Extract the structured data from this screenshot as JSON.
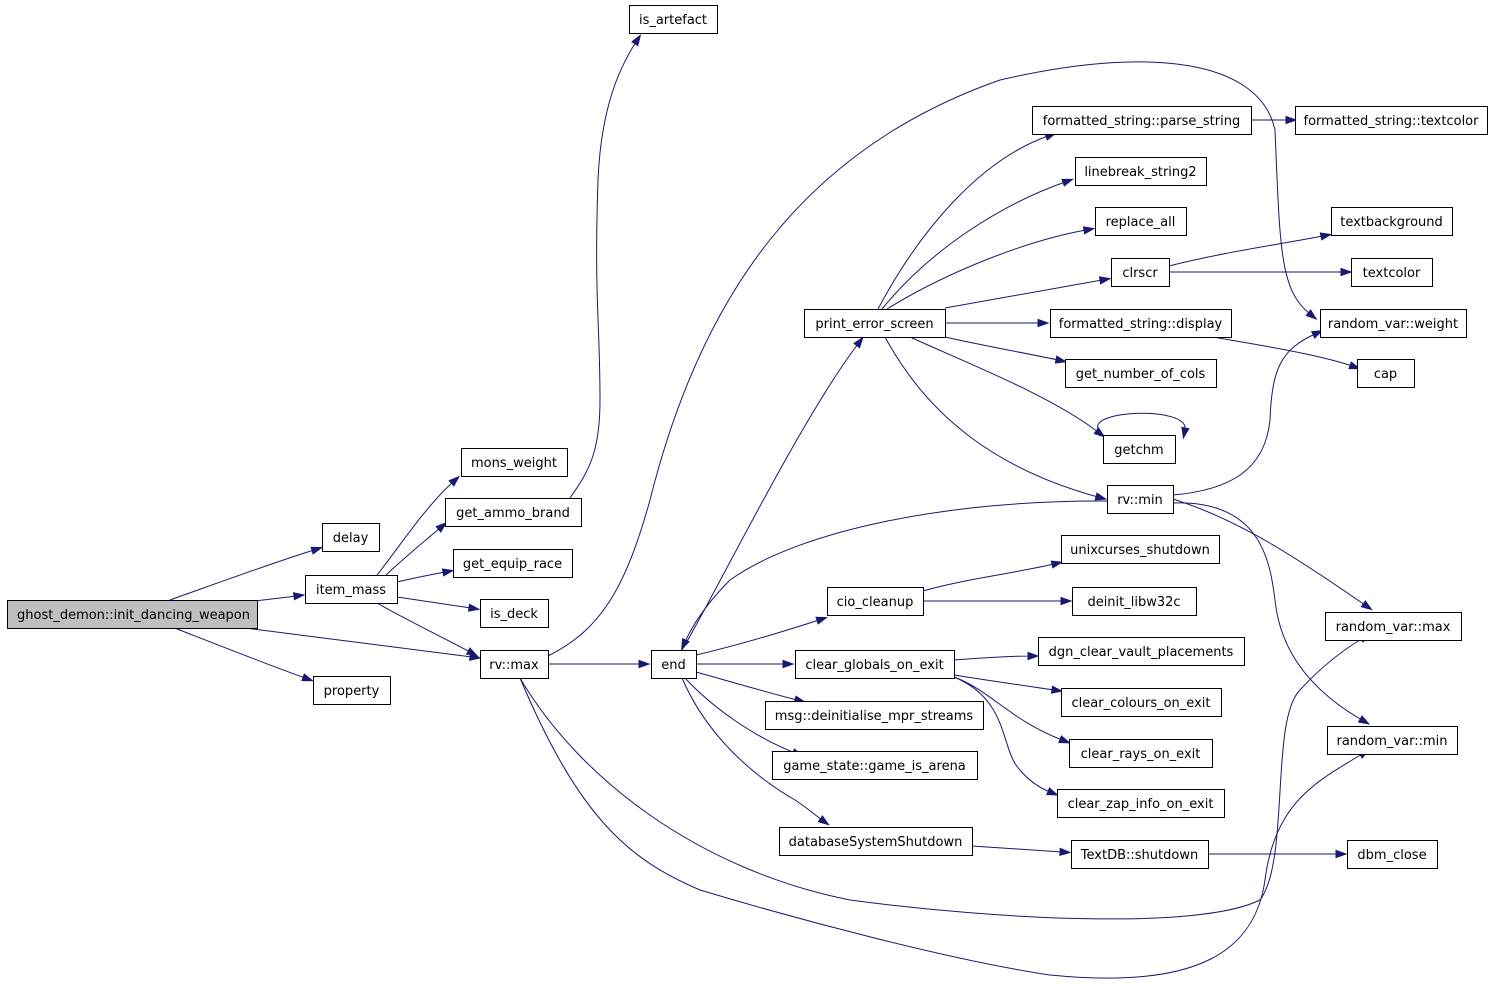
{
  "colors": {
    "edge": "#191970",
    "root_fill": "#bfbfbf",
    "node_fill": "#ffffff",
    "node_stroke": "#000000"
  },
  "nodes": [
    {
      "id": "ghost",
      "label": "ghost_demon::init_dancing_weapon",
      "root": true
    },
    {
      "id": "delay",
      "label": "delay"
    },
    {
      "id": "item_mass",
      "label": "item_mass"
    },
    {
      "id": "property",
      "label": "property"
    },
    {
      "id": "mons_weight",
      "label": "mons_weight"
    },
    {
      "id": "get_ammo_brand",
      "label": "get_ammo_brand"
    },
    {
      "id": "get_equip_race",
      "label": "get_equip_race"
    },
    {
      "id": "is_deck",
      "label": "is_deck"
    },
    {
      "id": "is_artefact",
      "label": "is_artefact"
    },
    {
      "id": "rv_max",
      "label": "rv::max"
    },
    {
      "id": "end",
      "label": "end"
    },
    {
      "id": "print_error_screen",
      "label": "print_error_screen"
    },
    {
      "id": "cio_cleanup",
      "label": "cio_cleanup"
    },
    {
      "id": "clear_globals",
      "label": "clear_globals_on_exit"
    },
    {
      "id": "msg_deinit",
      "label": "msg::deinitialise_mpr_streams"
    },
    {
      "id": "game_is_arena",
      "label": "game_state::game_is_arena"
    },
    {
      "id": "db_shutdown",
      "label": "databaseSystemShutdown"
    },
    {
      "id": "parse_string",
      "label": "formatted_string::parse_string"
    },
    {
      "id": "linebreak",
      "label": "linebreak_string2"
    },
    {
      "id": "replace_all",
      "label": "replace_all"
    },
    {
      "id": "clrscr",
      "label": "clrscr"
    },
    {
      "id": "fs_display",
      "label": "formatted_string::display"
    },
    {
      "id": "get_cols",
      "label": "get_number_of_cols"
    },
    {
      "id": "getchm",
      "label": "getchm"
    },
    {
      "id": "rv_min",
      "label": "rv::min"
    },
    {
      "id": "unix_shutdown",
      "label": "unixcurses_shutdown"
    },
    {
      "id": "deinit_libw32c",
      "label": "deinit_libw32c"
    },
    {
      "id": "dgn_clear",
      "label": "dgn_clear_vault_placements"
    },
    {
      "id": "clear_colours",
      "label": "clear_colours_on_exit"
    },
    {
      "id": "clear_rays",
      "label": "clear_rays_on_exit"
    },
    {
      "id": "clear_zap",
      "label": "clear_zap_info_on_exit"
    },
    {
      "id": "textdb_shutdown",
      "label": "TextDB::shutdown"
    },
    {
      "id": "fs_textcolor",
      "label": "formatted_string::textcolor"
    },
    {
      "id": "textbackground",
      "label": "textbackground"
    },
    {
      "id": "textcolor",
      "label": "textcolor"
    },
    {
      "id": "rvar_weight",
      "label": "random_var::weight"
    },
    {
      "id": "cap",
      "label": "cap"
    },
    {
      "id": "rvar_max",
      "label": "random_var::max"
    },
    {
      "id": "rvar_min",
      "label": "random_var::min"
    },
    {
      "id": "dbm_close",
      "label": "dbm_close"
    }
  ],
  "edges": [
    [
      "ghost",
      "delay"
    ],
    [
      "ghost",
      "item_mass"
    ],
    [
      "ghost",
      "rv_max"
    ],
    [
      "ghost",
      "property"
    ],
    [
      "item_mass",
      "mons_weight"
    ],
    [
      "item_mass",
      "get_ammo_brand"
    ],
    [
      "item_mass",
      "get_equip_race"
    ],
    [
      "item_mass",
      "is_deck"
    ],
    [
      "item_mass",
      "rv_max"
    ],
    [
      "get_ammo_brand",
      "is_artefact"
    ],
    [
      "rv_max",
      "end"
    ],
    [
      "rv_max",
      "rvar_weight"
    ],
    [
      "rv_max",
      "rvar_max"
    ],
    [
      "rv_max",
      "rvar_min"
    ],
    [
      "end",
      "print_error_screen"
    ],
    [
      "end",
      "cio_cleanup"
    ],
    [
      "end",
      "clear_globals"
    ],
    [
      "end",
      "msg_deinit"
    ],
    [
      "end",
      "game_is_arena"
    ],
    [
      "end",
      "db_shutdown"
    ],
    [
      "print_error_screen",
      "parse_string"
    ],
    [
      "print_error_screen",
      "linebreak"
    ],
    [
      "print_error_screen",
      "replace_all"
    ],
    [
      "print_error_screen",
      "clrscr"
    ],
    [
      "print_error_screen",
      "fs_display"
    ],
    [
      "print_error_screen",
      "get_cols"
    ],
    [
      "print_error_screen",
      "getchm"
    ],
    [
      "print_error_screen",
      "rv_min"
    ],
    [
      "rv_min",
      "end"
    ],
    [
      "rv_min",
      "rvar_weight"
    ],
    [
      "rv_min",
      "rvar_max"
    ],
    [
      "rv_min",
      "rvar_min"
    ],
    [
      "getchm",
      "getchm"
    ],
    [
      "parse_string",
      "fs_textcolor"
    ],
    [
      "clrscr",
      "textbackground"
    ],
    [
      "clrscr",
      "textcolor"
    ],
    [
      "fs_display",
      "cap"
    ],
    [
      "cio_cleanup",
      "unix_shutdown"
    ],
    [
      "cio_cleanup",
      "deinit_libw32c"
    ],
    [
      "clear_globals",
      "dgn_clear"
    ],
    [
      "clear_globals",
      "clear_colours"
    ],
    [
      "clear_globals",
      "clear_rays"
    ],
    [
      "clear_globals",
      "clear_zap"
    ],
    [
      "db_shutdown",
      "textdb_shutdown"
    ],
    [
      "textdb_shutdown",
      "dbm_close"
    ]
  ]
}
